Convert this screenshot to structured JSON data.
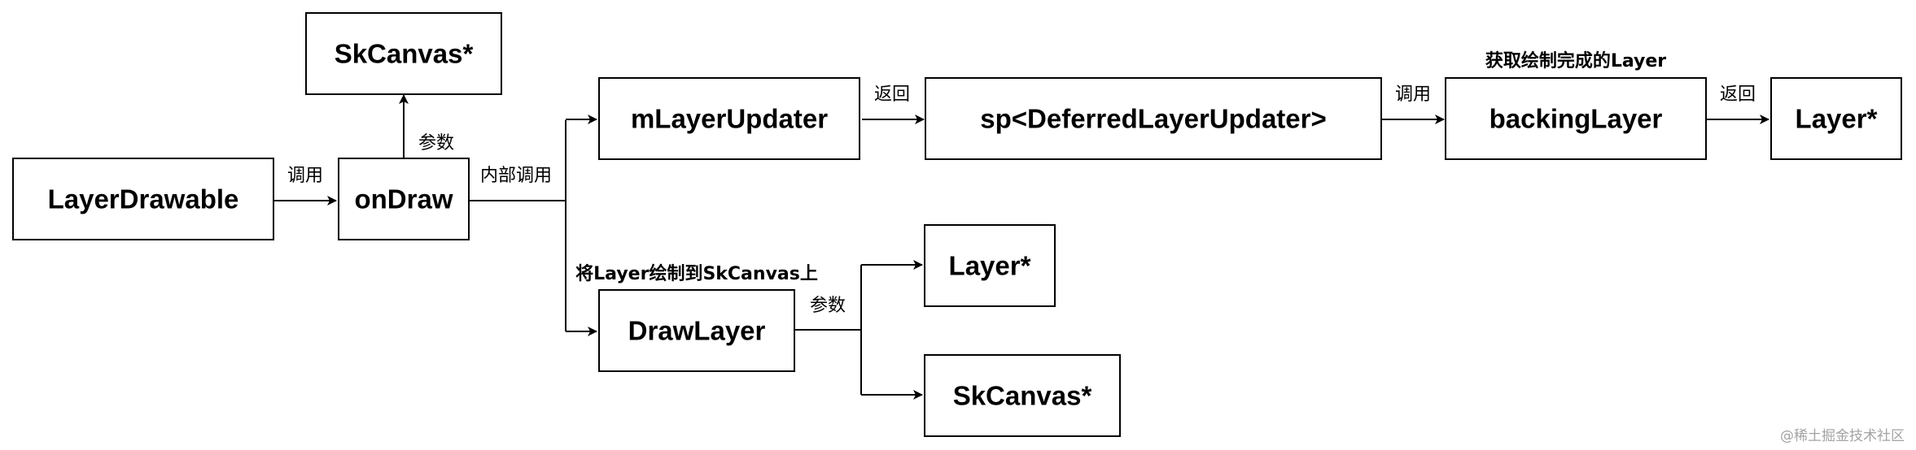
{
  "nodes": {
    "layer_drawable": "LayerDrawable",
    "on_draw": "onDraw",
    "skcanvas_top": "SkCanvas*",
    "m_layer_updater": "mLayerUpdater",
    "deferred_updater": "sp<DeferredLayerUpdater>",
    "backing_layer": "backingLayer",
    "layer_result": "Layer*",
    "draw_layer": "DrawLayer",
    "layer_param": "Layer*",
    "skcanvas_param": "SkCanvas*"
  },
  "labels": {
    "call_1": "调用",
    "param_top": "参数",
    "internal_call": "内部调用",
    "return_1": "返回",
    "call_2": "调用",
    "get_finished_layer": "获取绘制完成的Layer",
    "return_2": "返回",
    "draw_layer_to_canvas": "将Layer绘制到SkCanvas上",
    "param_bottom": "参数"
  },
  "watermark": "@稀土掘金技术社区"
}
